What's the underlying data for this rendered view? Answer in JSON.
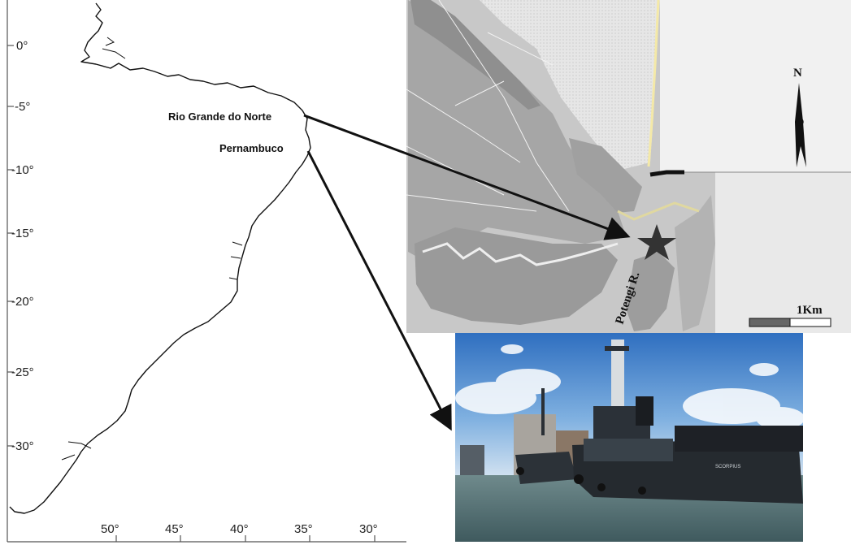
{
  "map": {
    "lat_ticks": [
      "0°",
      "-5°",
      "-10°",
      "-15°",
      "-20°",
      "-25°",
      "-30°"
    ],
    "lon_ticks": [
      "50°",
      "45°",
      "40°",
      "35°",
      "30°"
    ],
    "places": {
      "rio_grande_do_norte": "Rio Grande do Norte",
      "pernambuco": "Pernambuco"
    }
  },
  "inset": {
    "north_label": "N",
    "river_label": "Potengi R.",
    "scale_label": "1Km"
  },
  "photo": {
    "hull_text": "SCORPIUS"
  }
}
